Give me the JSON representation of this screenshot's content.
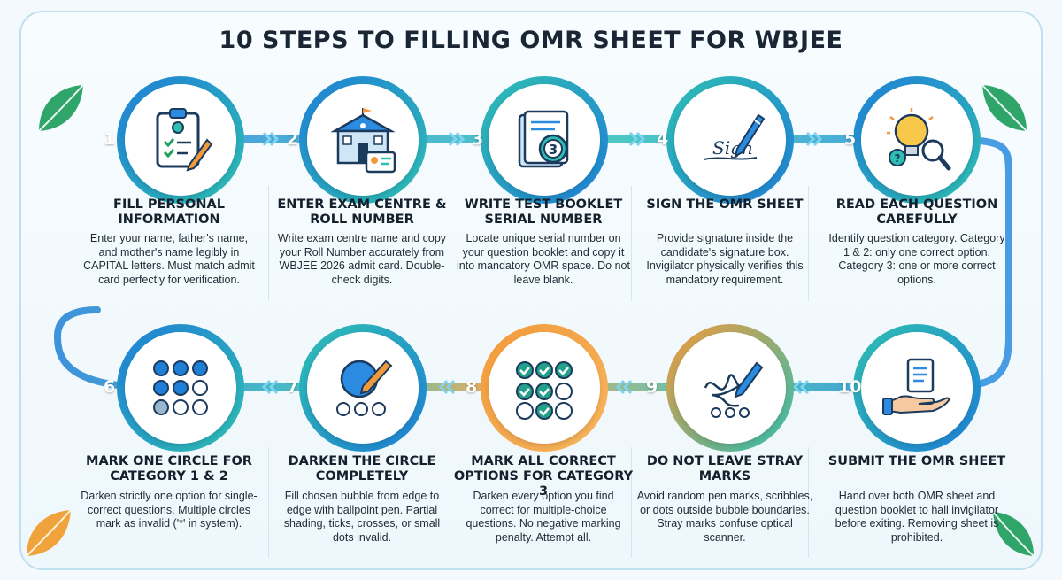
{
  "title": "10 STEPS TO FILLING OMR SHEET FOR WBJEE",
  "steps": [
    {
      "num": "1",
      "heading": "FILL PERSONAL INFORMATION",
      "desc": "Enter your name, father's name, and mother's name legibly in CAPITAL letters. Must match admit card perfectly for verification.",
      "icon": "clipboard-checklist-icon"
    },
    {
      "num": "2",
      "heading": "ENTER EXAM CENTRE & ROLL NUMBER",
      "desc": "Write exam centre name and copy your Roll Number accurately from WBJEE 2026 admit card. Double-check digits.",
      "icon": "school-building-icon"
    },
    {
      "num": "3",
      "heading": "WRITE TEST BOOKLET SERIAL NUMBER",
      "desc": "Locate unique serial number on your question booklet and copy it into mandatory OMR space. Do not leave blank.",
      "icon": "booklet-icon",
      "icon_text": "3"
    },
    {
      "num": "4",
      "heading": "SIGN THE OMR SHEET",
      "desc": "Provide signature inside the candidate's signature box. Invigilator physically verifies this mandatory requirement.",
      "icon": "signature-pen-icon",
      "icon_text": "Sign"
    },
    {
      "num": "5",
      "heading": "READ EACH QUESTION CAREFULLY",
      "desc": "Identify question category. Category 1 & 2: only one correct option. Category 3: one or more correct options.",
      "icon": "lightbulb-magnifier-icon",
      "icon_text": "?"
    },
    {
      "num": "6",
      "heading": "MARK ONE CIRCLE FOR CATEGORY 1 & 2",
      "desc": "Darken strictly one option for single-correct questions. Multiple circles mark as invalid ('*' in system).",
      "icon": "bubble-grid-icon"
    },
    {
      "num": "7",
      "heading": "DARKEN THE CIRCLE COMPLETELY",
      "desc": "Fill chosen bubble from edge to edge with ballpoint pen. Partial shading, ticks, crosses, or small dots invalid.",
      "icon": "filled-bubble-pen-icon"
    },
    {
      "num": "8",
      "heading": "MARK ALL CORRECT OPTIONS FOR CATEGORY 3",
      "desc": "Darken every option you find correct for multiple-choice questions. No negative marking penalty. Attempt all.",
      "icon": "checked-bubbles-icon"
    },
    {
      "num": "9",
      "heading": "DO NOT LEAVE STRAY MARKS",
      "desc": "Avoid random pen marks, scribbles, or dots outside bubble boundaries. Stray marks confuse optical scanner.",
      "icon": "scribble-pen-icon"
    },
    {
      "num": "10",
      "heading": "SUBMIT THE OMR SHEET",
      "desc": "Hand over both OMR sheet and question booklet to hall invigilator before exiting. Removing sheet is prohibited.",
      "icon": "hand-document-icon"
    }
  ],
  "colors": {
    "blue": "#1f7fd6",
    "teal": "#22b7a8",
    "orange": "#f29a3b",
    "leaf_green": "#2fa56a",
    "leaf_orange": "#f0a33c"
  }
}
